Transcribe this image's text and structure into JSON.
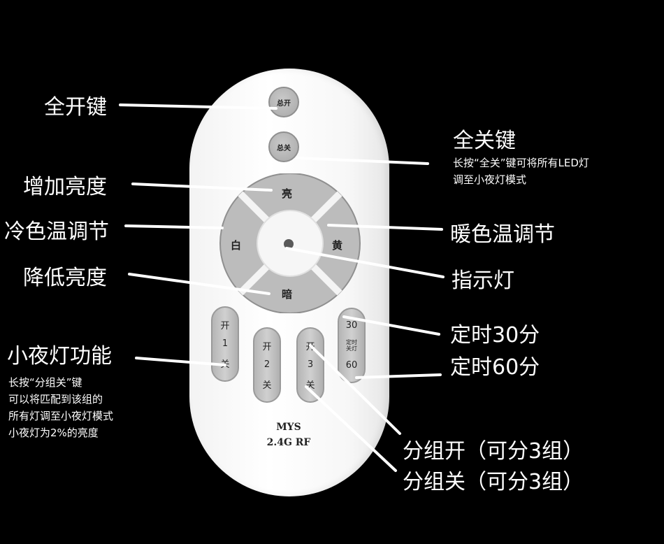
{
  "remote": {
    "all_on": "总开",
    "all_off": "总关",
    "bright": "亮",
    "white": "白",
    "yellow": "黄",
    "dark": "暗",
    "group1": {
      "on": "开",
      "num": "1",
      "off": "关"
    },
    "group2": {
      "on": "开",
      "num": "2",
      "off": "关"
    },
    "group3": {
      "on": "开",
      "num": "3",
      "off": "关"
    },
    "timer": {
      "t30": "30",
      "label_a": "定时",
      "label_b": "关灯",
      "t60": "60"
    },
    "brand_line1": "MYS",
    "brand_line2": "2.4G RF"
  },
  "annotations": {
    "all_on_key": "全开键",
    "all_off_key": "全关键",
    "all_off_note_1": "长按“全关”键可将所有LED灯",
    "all_off_note_2": "调至小夜灯模式",
    "increase_brightness": "增加亮度",
    "cool_color": "冷色温调节",
    "warm_color": "暖色温调节",
    "decrease_brightness": "降低亮度",
    "indicator": "指示灯",
    "night_light": "小夜灯功能",
    "night_note_1": "长按“分组关”键",
    "night_note_2": "可以将匹配到该组的",
    "night_note_3": "所有灯调至小夜灯模式",
    "night_note_4": "小夜灯为2%的亮度",
    "timer30": "定时30分",
    "timer60": "定时60分",
    "group_on": "分组开（可分3组）",
    "group_off": "分组关（可分3组）"
  }
}
